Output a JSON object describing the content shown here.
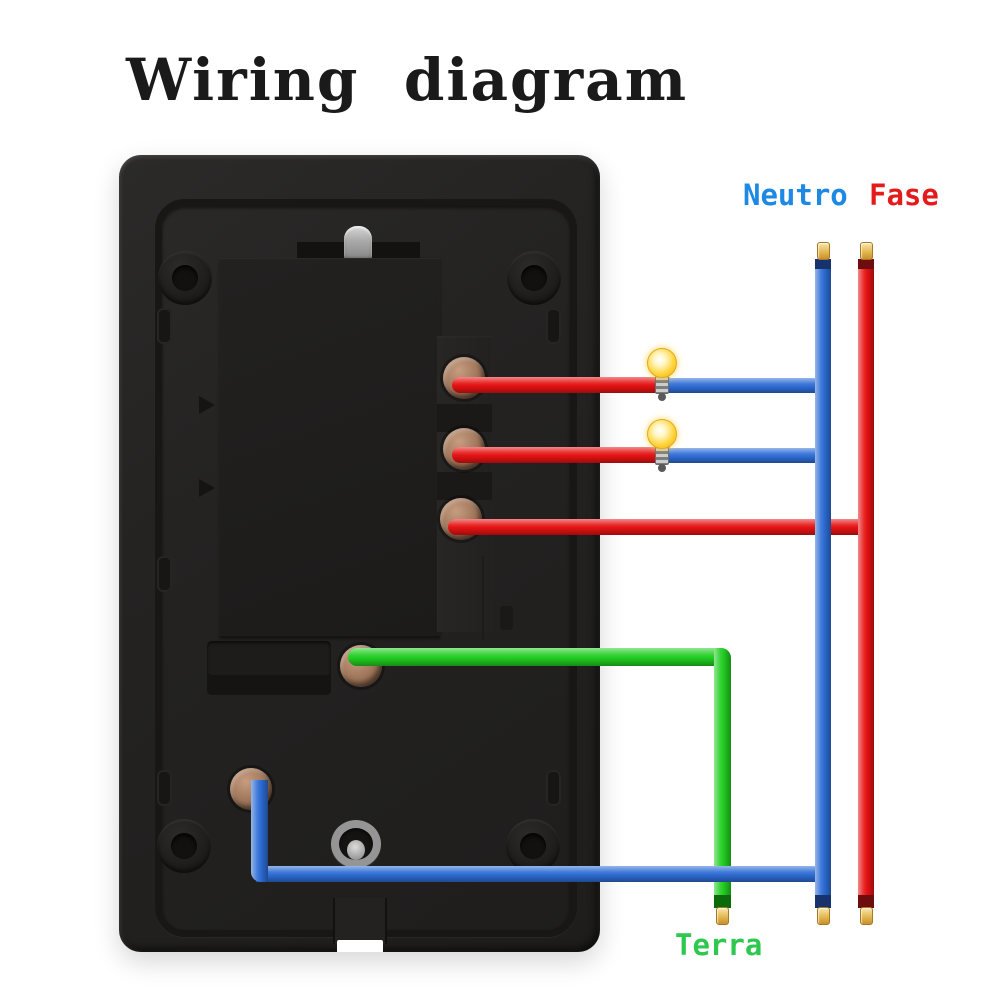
{
  "title": "Wiring  diagram",
  "labels": {
    "neutral": "Neutro",
    "phase": "Fase",
    "ground": "Terra"
  },
  "colors": {
    "title_color": "#1a1a1a",
    "phase_wire": "#e51212",
    "neutral_wire": "#2e6cd4",
    "ground_wire": "#21cd21",
    "label_neutral": "#1e88e5",
    "label_phase": "#e31b1b",
    "label_ground": "#2dc84d",
    "terminal_copper": "#9b7257",
    "wire_tip_gold": "#e2b44a",
    "plate_black": "#222120",
    "bulb_yellow": "#ffd43b"
  },
  "legend": {
    "blue_wire_meaning": "Neutro",
    "red_wire_meaning": "Fase",
    "green_wire_meaning": "Terra",
    "bulb_count": 2,
    "phase_terminals": 3,
    "ground_terminals": 1,
    "neutral_terminals": 1
  }
}
